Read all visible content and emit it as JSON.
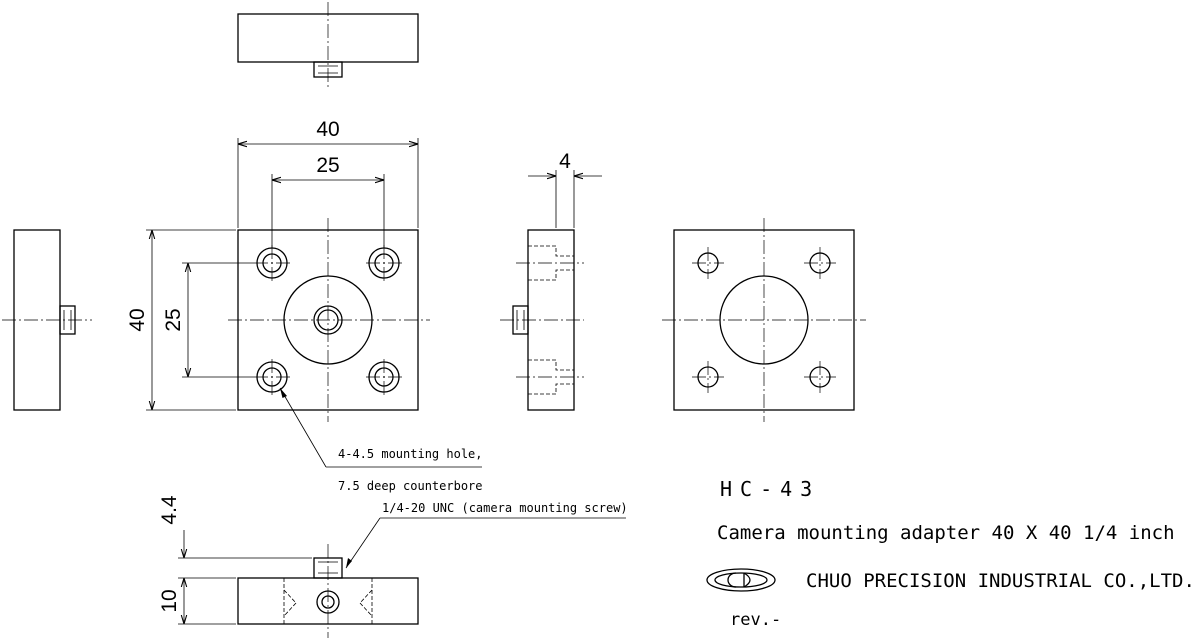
{
  "dimensions": {
    "top_width": "40",
    "top_hole_spacing": "25",
    "side_thickness": "4",
    "left_height": "40",
    "left_hole_spacing": "25",
    "bottom_screw_height": "4.4",
    "bottom_thickness": "10"
  },
  "notes": {
    "mounting_hole_line1": "4-4.5 mounting hole,",
    "mounting_hole_line2": "7.5 deep counterbore",
    "camera_screw": "1/4-20 UNC (camera mounting screw)"
  },
  "title_block": {
    "part_code": "HC-43",
    "description": "Camera mounting adapter 40 X 40 1/4 inch",
    "company": "CHUO PRECISION INDUSTRIAL CO.,LTD.",
    "revision": "rev.-"
  },
  "icons": {
    "company_logo": "chuo-logo-icon"
  }
}
